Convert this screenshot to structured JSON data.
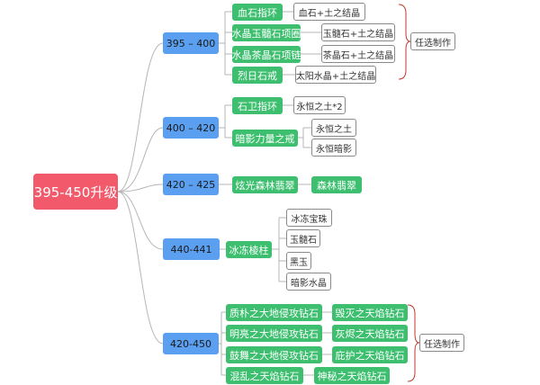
{
  "root": "395-450升级",
  "ranges": [
    "395 – 400",
    "400 – 420",
    "420 – 425",
    "440-441",
    "420-450"
  ],
  "items": {
    "xueshi_ring": "血石指环",
    "shuijing_yusui_necklace": "水晶玉髓石项圈",
    "shuijing_chajing_necklace": "水晶茶晶石项链",
    "lieri_ring": "烈日石戒",
    "shiwei_ring": "石卫指环",
    "anying_ring": "暗影力量之戒",
    "yanguang_emerald": "炫光森林翡翠",
    "senlin_emerald": "森林翡翠",
    "bingdong_prism": "冰冻棱柱",
    "zhipu_diamond": "质朴之大地侵攻钻石",
    "huimie_diamond": "毁灭之天焰钻石",
    "mingliang_diamond": "明亮之大地侵攻钻石",
    "huijin_diamond": "灰烬之天焰钻石",
    "guwu_diamond": "鼓舞之大地侵攻钻石",
    "bihu_diamond": "庇护之天焰钻石",
    "hunluan_diamond": "混乱之天焰钻石",
    "shenmi_diamond": "神秘之天焰钻石"
  },
  "materials": {
    "xueshi_mat": "血石+土之结晶",
    "yusui_mat": "玉髓石+土之结晶",
    "chajing_mat": "茶晶石+土之结晶",
    "taiyang_mat": "太阳水晶+土之结晶",
    "yongheng_earth_x2": "永恒之土*2",
    "yongheng_earth": "永恒之土",
    "yongheng_shadow": "永恒暗影",
    "bingdong_pearl": "冰冻宝珠",
    "yusui": "玉髓石",
    "heiyu": "黑玉",
    "anying_crystal": "暗影水晶"
  },
  "notes": [
    "任选制作",
    "任选制作"
  ],
  "colors": {
    "root": "#f25a6b",
    "range": "#5b9ff0",
    "item": "#3dbf6f",
    "link": "#b5b5b5",
    "bracket": "#c0392b"
  }
}
